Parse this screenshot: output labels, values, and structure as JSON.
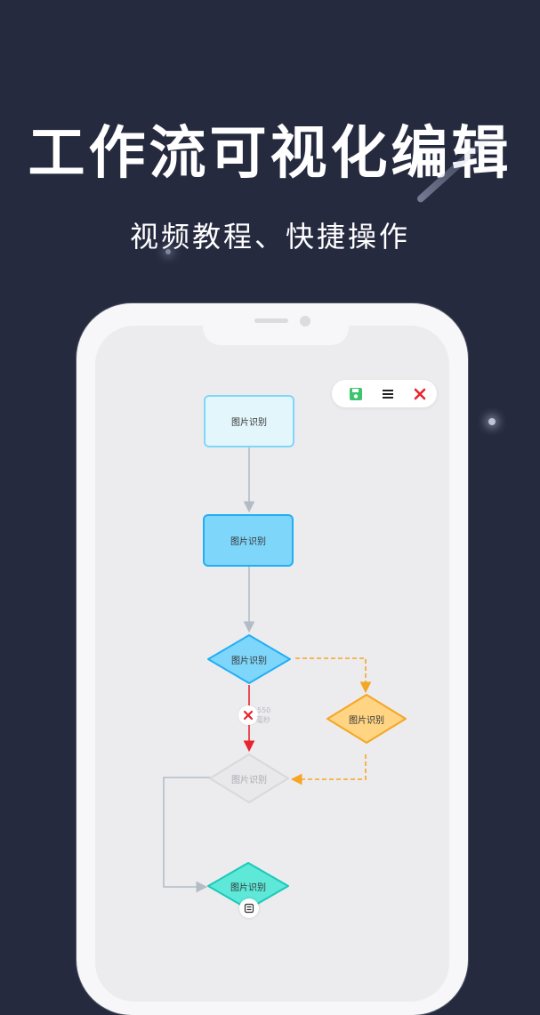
{
  "header": {
    "title": "工作流可视化编辑",
    "subtitle": "视频教程、快捷操作"
  },
  "toolbar": {
    "save_icon": "save-icon",
    "menu_icon": "menu-icon",
    "close_icon": "close-icon",
    "save_color": "#3ec46d",
    "close_color": "#e8232d"
  },
  "flow": {
    "nodes": [
      {
        "label": "图片识别",
        "shape": "rectangle",
        "state": "light"
      },
      {
        "label": "图片识别",
        "shape": "rectangle",
        "state": "active"
      },
      {
        "label": "图片识别",
        "shape": "diamond",
        "state": "active"
      },
      {
        "label": "图片识别",
        "shape": "diamond",
        "state": "warning"
      },
      {
        "label": "图片识别",
        "shape": "diamond",
        "state": "disabled"
      },
      {
        "label": "图片识别",
        "shape": "diamond",
        "state": "success"
      }
    ],
    "edge_label": {
      "value": "550",
      "unit": "毫秒"
    },
    "colors": {
      "edge": "#b3bcc6",
      "error_edge": "#e8232d",
      "dashed_edge": "#f5a623",
      "active": "#7fd6fb",
      "light": "#e3f6fb",
      "warning": "#ffd483",
      "success": "#5de8d8"
    }
  }
}
